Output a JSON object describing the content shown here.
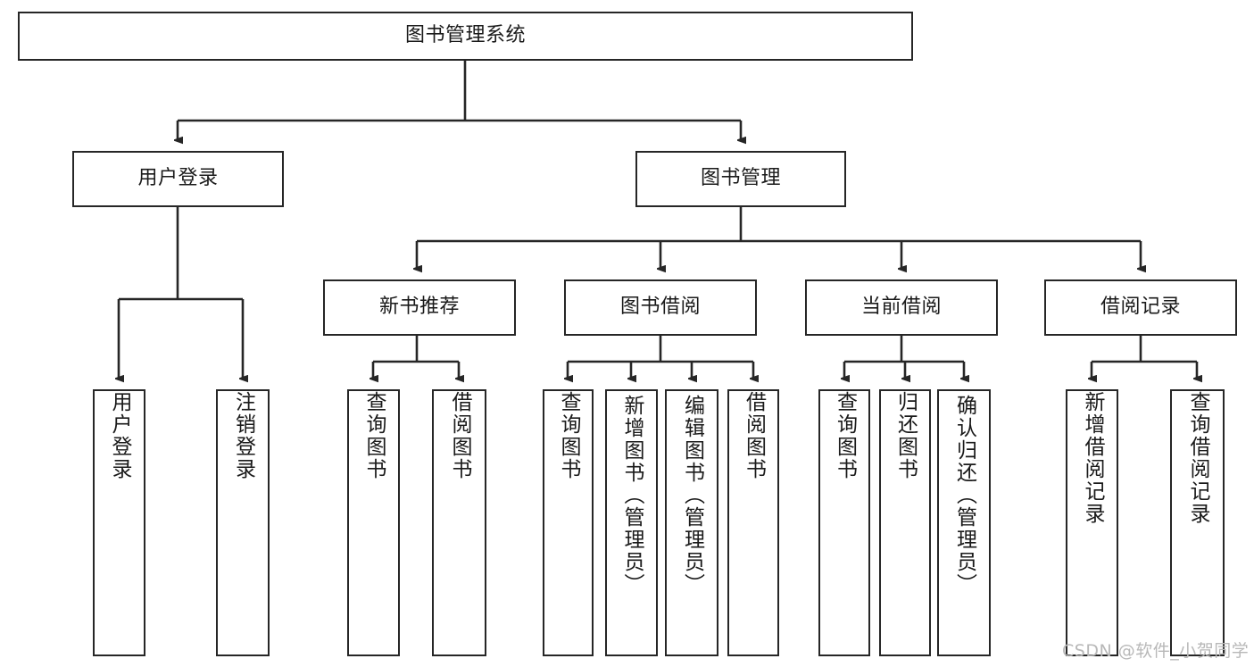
{
  "diagram": {
    "title": "图书管理系统",
    "type": "tree-hierarchy",
    "root": {
      "id": "root",
      "label": "图书管理系统"
    },
    "level2": [
      {
        "id": "user-login",
        "label": "用户登录"
      },
      {
        "id": "book-manage",
        "label": "图书管理"
      }
    ],
    "level3": [
      {
        "id": "new-book-recommend",
        "label": "新书推荐",
        "parent": "book-manage"
      },
      {
        "id": "book-borrow",
        "label": "图书借阅",
        "parent": "book-manage"
      },
      {
        "id": "current-borrow",
        "label": "当前借阅",
        "parent": "book-manage"
      },
      {
        "id": "borrow-record",
        "label": "借阅记录",
        "parent": "book-manage"
      }
    ],
    "leaves": [
      {
        "id": "leaf-user-login",
        "label": "用户登录",
        "parent": "user-login"
      },
      {
        "id": "leaf-user-logout",
        "label": "注销登录",
        "parent": "user-login"
      },
      {
        "id": "leaf-query-book-1",
        "label": "查询图书",
        "parent": "new-book-recommend"
      },
      {
        "id": "leaf-borrow-book-1",
        "label": "借阅图书",
        "parent": "new-book-recommend"
      },
      {
        "id": "leaf-query-book-2",
        "label": "查询图书",
        "parent": "book-borrow"
      },
      {
        "id": "leaf-add-book",
        "label": "新增图书（管理员）",
        "parent": "book-borrow"
      },
      {
        "id": "leaf-edit-book",
        "label": "编辑图书（管理员）",
        "parent": "book-borrow"
      },
      {
        "id": "leaf-borrow-book-2",
        "label": "借阅图书",
        "parent": "book-borrow"
      },
      {
        "id": "leaf-query-book-3",
        "label": "查询图书",
        "parent": "current-borrow"
      },
      {
        "id": "leaf-return-book",
        "label": "归还图书",
        "parent": "current-borrow"
      },
      {
        "id": "leaf-confirm-return",
        "label": "确认归还（管理员）",
        "parent": "current-borrow"
      },
      {
        "id": "leaf-add-record",
        "label": "新增借阅记录",
        "parent": "borrow-record"
      },
      {
        "id": "leaf-query-record",
        "label": "查询借阅记录",
        "parent": "borrow-record"
      }
    ],
    "colors": {
      "border": "#262626",
      "text": "#1a1a1a",
      "background": "#ffffff",
      "watermark": "#b8b8b8"
    }
  },
  "watermark": {
    "text": "CSDN @软件_小贺同学"
  }
}
